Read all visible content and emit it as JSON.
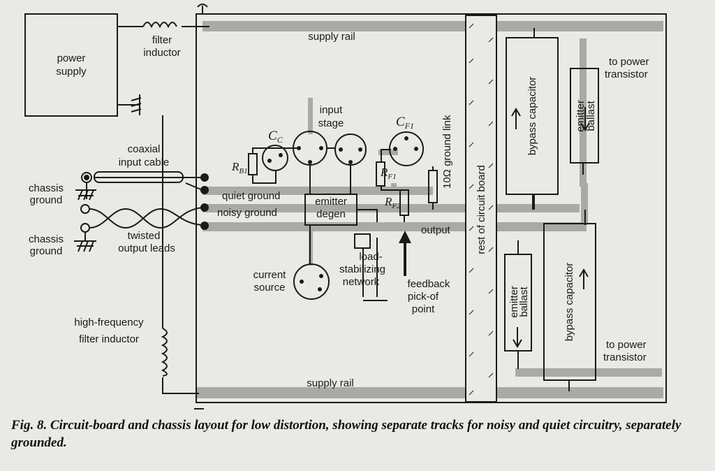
{
  "labels": {
    "power_supply": [
      "power",
      "supply"
    ],
    "filter_inductor": [
      "filter",
      "inductor"
    ],
    "supply_rail_top": "supply rail",
    "supply_rail_bottom": "supply rail",
    "coaxial_input_cable": [
      "coaxial",
      "input cable"
    ],
    "chassis_ground": [
      "chassis",
      "ground"
    ],
    "twisted_output_leads": [
      "twisted",
      "output leads"
    ],
    "high_frequency_filter_inductor": [
      "high-frequency",
      "filter inductor"
    ],
    "input_stage": [
      "input",
      "stage"
    ],
    "quiet_ground": "quiet ground",
    "noisy_ground": "noisy ground",
    "output": "output",
    "emitter_degen": [
      "emitter",
      "degen"
    ],
    "current_source": [
      "current",
      "source"
    ],
    "load_stabilizing_network": [
      "load-",
      "stabilizing",
      "network"
    ],
    "feedback_pickoff_point": [
      "feedback",
      "pick-of",
      "point"
    ],
    "ground_link": "10Ω ground link",
    "rest_of_circuit_board": "rest of circuit board",
    "bypass_capacitor": "bypass capacitor",
    "emitter_ballast": [
      "emitter",
      "ballast"
    ],
    "to_power_transistor": [
      "to power",
      "transistor"
    ]
  },
  "symbols": {
    "cc": [
      "C",
      "C"
    ],
    "rb1": [
      "R",
      "B1"
    ],
    "cf1": [
      "C",
      "F1"
    ],
    "rf1": [
      "R",
      "F1"
    ],
    "rf2": [
      "R",
      "F2"
    ]
  },
  "caption": {
    "figure_label": "Fig. 8.",
    "text": "Circuit-board and chassis layout for low distortion, showing separate tracks for noisy and quiet circuitry, separately grounded."
  },
  "colors": {
    "line": "#1a1a1a",
    "track": "#a9a9a6",
    "paper": "#e9e9e6"
  }
}
